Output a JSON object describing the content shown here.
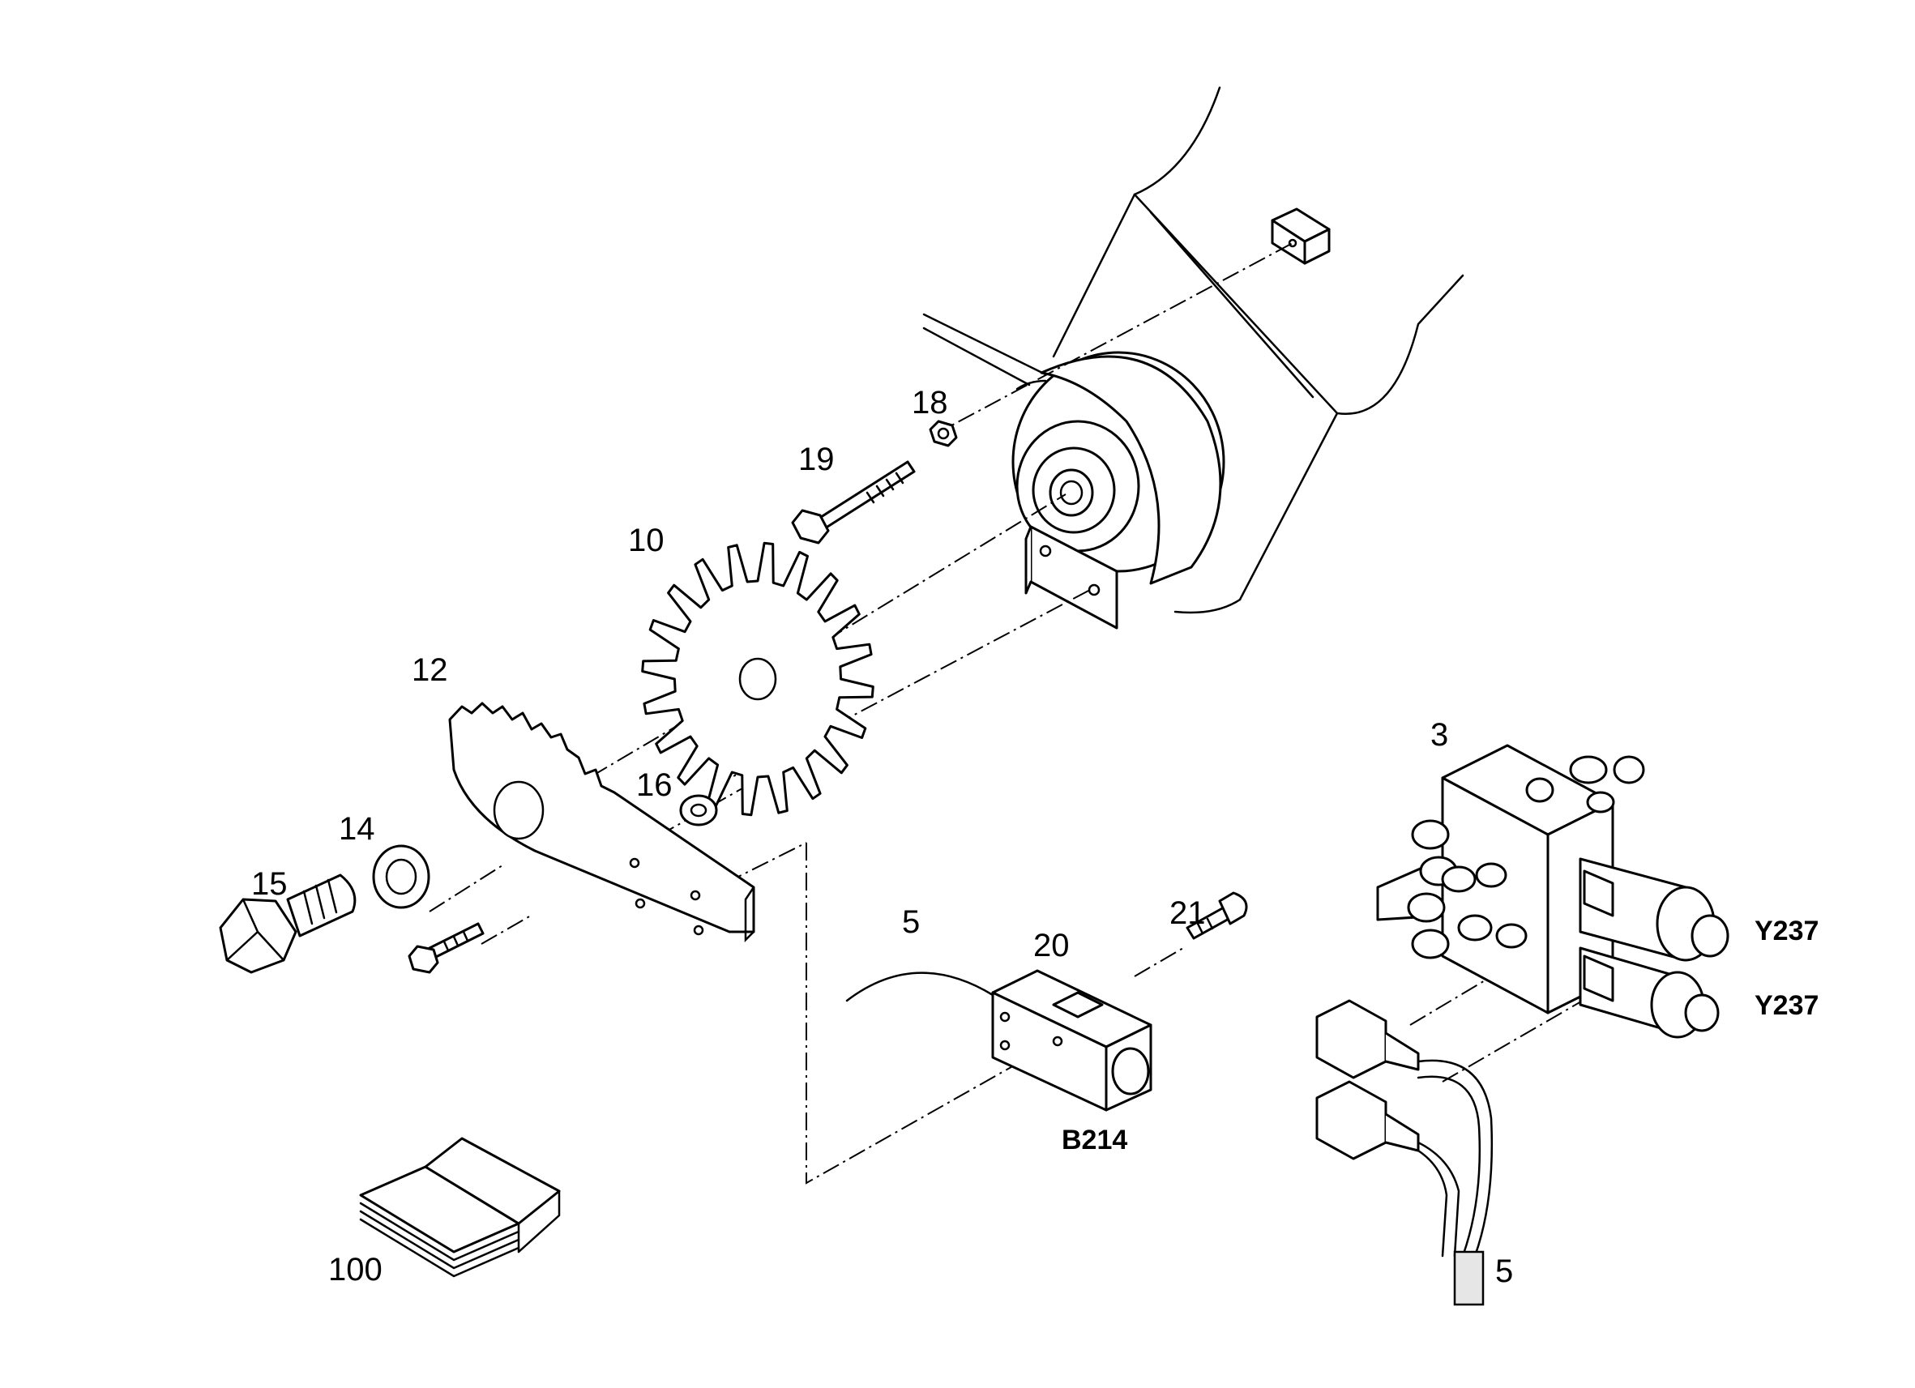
{
  "callouts": {
    "p3": "3",
    "p5a": "5",
    "p5b": "5",
    "p10": "10",
    "p12": "12",
    "p14": "14",
    "p15": "15",
    "p16": "16",
    "p18": "18",
    "p19": "19",
    "p20": "20",
    "p21": "21",
    "p100": "100"
  },
  "codes": {
    "sensor": "B214",
    "solenoid_top": "Y237",
    "solenoid_bottom": "Y237"
  },
  "colors": {
    "line": "#000000",
    "background": "#ffffff"
  }
}
